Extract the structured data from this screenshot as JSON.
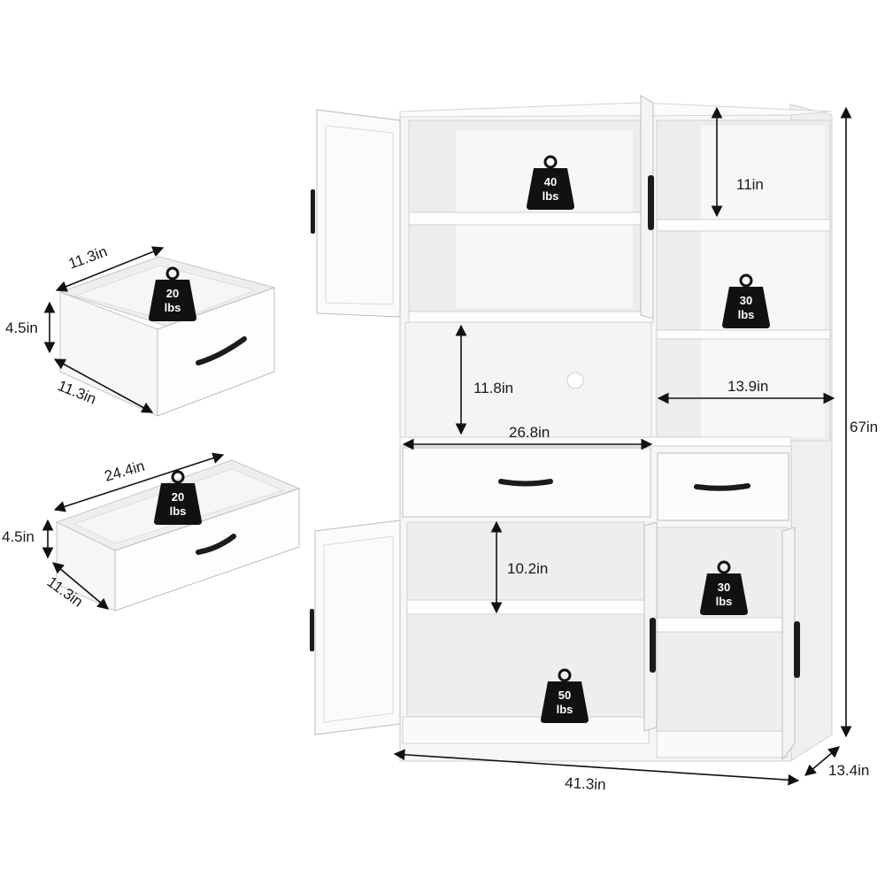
{
  "dimensions": {
    "drawer_small_width": "11.3in",
    "drawer_small_height": "4.5in",
    "drawer_small_depth": "11.3in",
    "drawer_large_width": "24.4in",
    "drawer_large_height": "4.5in",
    "drawer_large_depth": "11.3in",
    "top_shelf_gap": "11in",
    "microwave_height": "11.8in",
    "microwave_width": "26.8in",
    "side_width": "13.9in",
    "bottom_shelf_gap": "10.2in",
    "total_height": "67in",
    "total_width": "41.3in",
    "total_depth": "13.4in"
  },
  "weights": {
    "drawer_small": {
      "value": "20",
      "unit": "lbs"
    },
    "drawer_large": {
      "value": "20",
      "unit": "lbs"
    },
    "top_shelf": {
      "value": "40",
      "unit": "lbs"
    },
    "side_shelf": {
      "value": "30",
      "unit": "lbs"
    },
    "bottom_right_shelf": {
      "value": "30",
      "unit": "lbs"
    },
    "bottom_shelf": {
      "value": "50",
      "unit": "lbs"
    }
  },
  "colors": {
    "panel": "#f9f9f9",
    "shadow": "#ececec",
    "edge": "#c9c9c9",
    "handle": "#1b1b1b",
    "badge": "#111111",
    "arrow": "#111111"
  }
}
